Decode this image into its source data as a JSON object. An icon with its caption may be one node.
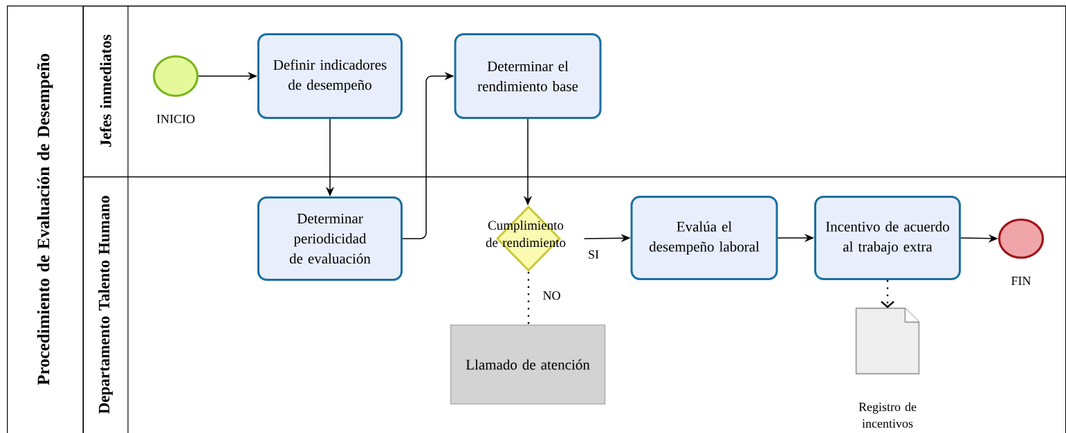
{
  "diagram": {
    "nodes": [
      {
        "text": [
          "Procedimiento de Evaluación de Desempeño"
        ]
      },
      {
        "text": [
          "Jefes inmediatos"
        ],
        "in": 0
      },
      {
        "text": [
          "Departamento Talento Humano"
        ],
        "in": 0
      },
      {
        "text": [],
        "shape": "circle",
        "in": 1,
        "beside": [
          "INICIO"
        ]
      },
      {
        "text": [
          "Definir indicadores de desempeño"
        ],
        "in": 1
      },
      {
        "text": [
          "Determinar el rendimiento base"
        ],
        "in": 1
      },
      {
        "text": [
          "Determinar periodicidad de evaluación"
        ],
        "in": 2
      },
      {
        "text": [
          "Cumplimiento de rendimiento"
        ],
        "in": 2
      },
      {
        "text": [
          "Evalúa el desempeño laboral"
        ],
        "in": 2
      },
      {
        "text": [
          "Incentivo de acuerdo al trabajo extra"
        ],
        "in": 2
      },
      {
        "text": [],
        "shape": "circle",
        "in": 2,
        "beside": [
          "FIN"
        ]
      },
      {
        "text": [
          "Llamado de atención"
        ],
        "in": 2
      },
      {
        "text": [],
        "shape": "document",
        "in": 2,
        "beside": [
          "Registro de incentivos"
        ]
      }
    ],
    "edges": [
      {
        "from": 3,
        "to": 4,
        "arrow": "to"
      },
      {
        "from": 4,
        "to": 6,
        "arrow": "to"
      },
      {
        "from": 6,
        "to": 5,
        "arrow": "to"
      },
      {
        "from": 5,
        "to": 7,
        "arrow": "to"
      },
      {
        "from": 7,
        "to": 8,
        "arrow": "to",
        "label": "SI"
      },
      {
        "from": 8,
        "to": 9,
        "arrow": "to"
      },
      {
        "from": 9,
        "to": 10,
        "arrow": "to"
      },
      {
        "from": 7,
        "to": 11,
        "arrow": "none",
        "label": "NO",
        "style": "dashed"
      },
      {
        "from": 9,
        "to": 12,
        "arrow": "to",
        "style": "dashed"
      }
    ]
  }
}
